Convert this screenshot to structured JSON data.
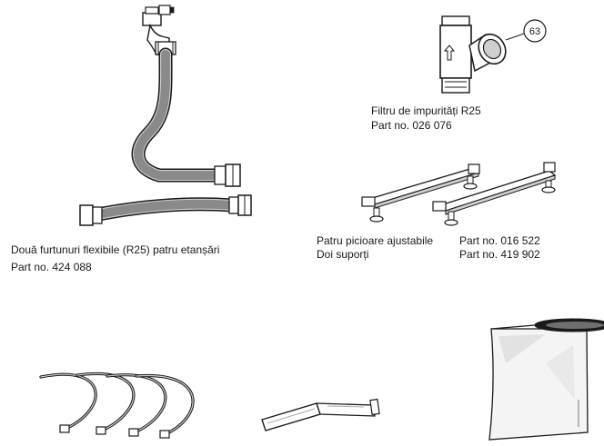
{
  "filter": {
    "callout": "63",
    "name": "Filtru de impurități R25",
    "part": "Part no. 026 076"
  },
  "hoses": {
    "name": "Două furtunuri flexibile (R25) patru etanșări",
    "part": "Part no. 424 088"
  },
  "feet": {
    "name1": "Patru picioare ajustabile",
    "name2": "Doi suporți",
    "part1": "Part no. 016 522",
    "part2": "Part no. 419 902"
  },
  "colors": {
    "line": "#1a1a1a",
    "fill": "#ffffff",
    "shade": "#cfcfcf"
  }
}
